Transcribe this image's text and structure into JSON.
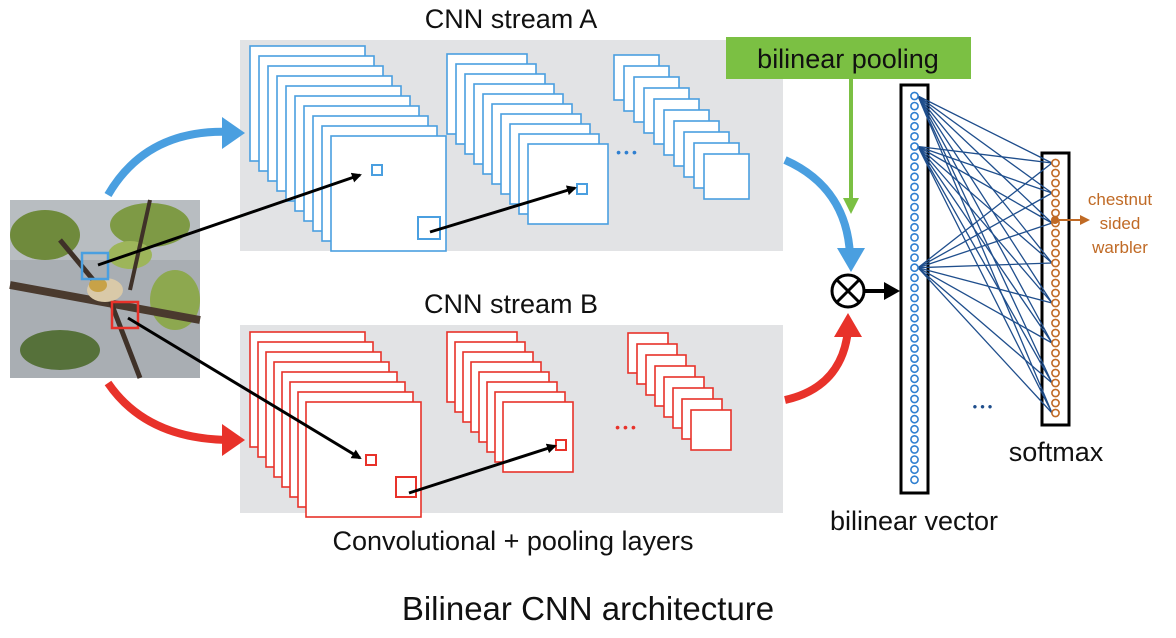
{
  "labels": {
    "stream_a": "CNN stream A",
    "stream_b": "CNN stream B",
    "pooling": "bilinear pooling",
    "conv_layers": "Convolutional + pooling layers",
    "bilinear_vector": "bilinear vector",
    "softmax": "softmax",
    "class_line1": "chestnut",
    "class_line2": "sided",
    "class_line3": "warbler",
    "ellipsis_a": "•••",
    "ellipsis_b": "•••",
    "ellipsis_out": "•••",
    "title": "Bilinear CNN architecture"
  },
  "colors": {
    "stream_a": "#4a9fe0",
    "stream_b": "#e8322a",
    "pooling_bg": "#7bc043",
    "panel_bg": "#e2e3e5",
    "vector_circle": "#2f7fd0",
    "softmax_circle": "#c06a25",
    "connection": "#1f4e8c",
    "class_label": "#c06a25"
  },
  "icons": {
    "operator": "circled-times-icon"
  },
  "input_image": "bird photograph (chestnut-sided warbler on branch)"
}
